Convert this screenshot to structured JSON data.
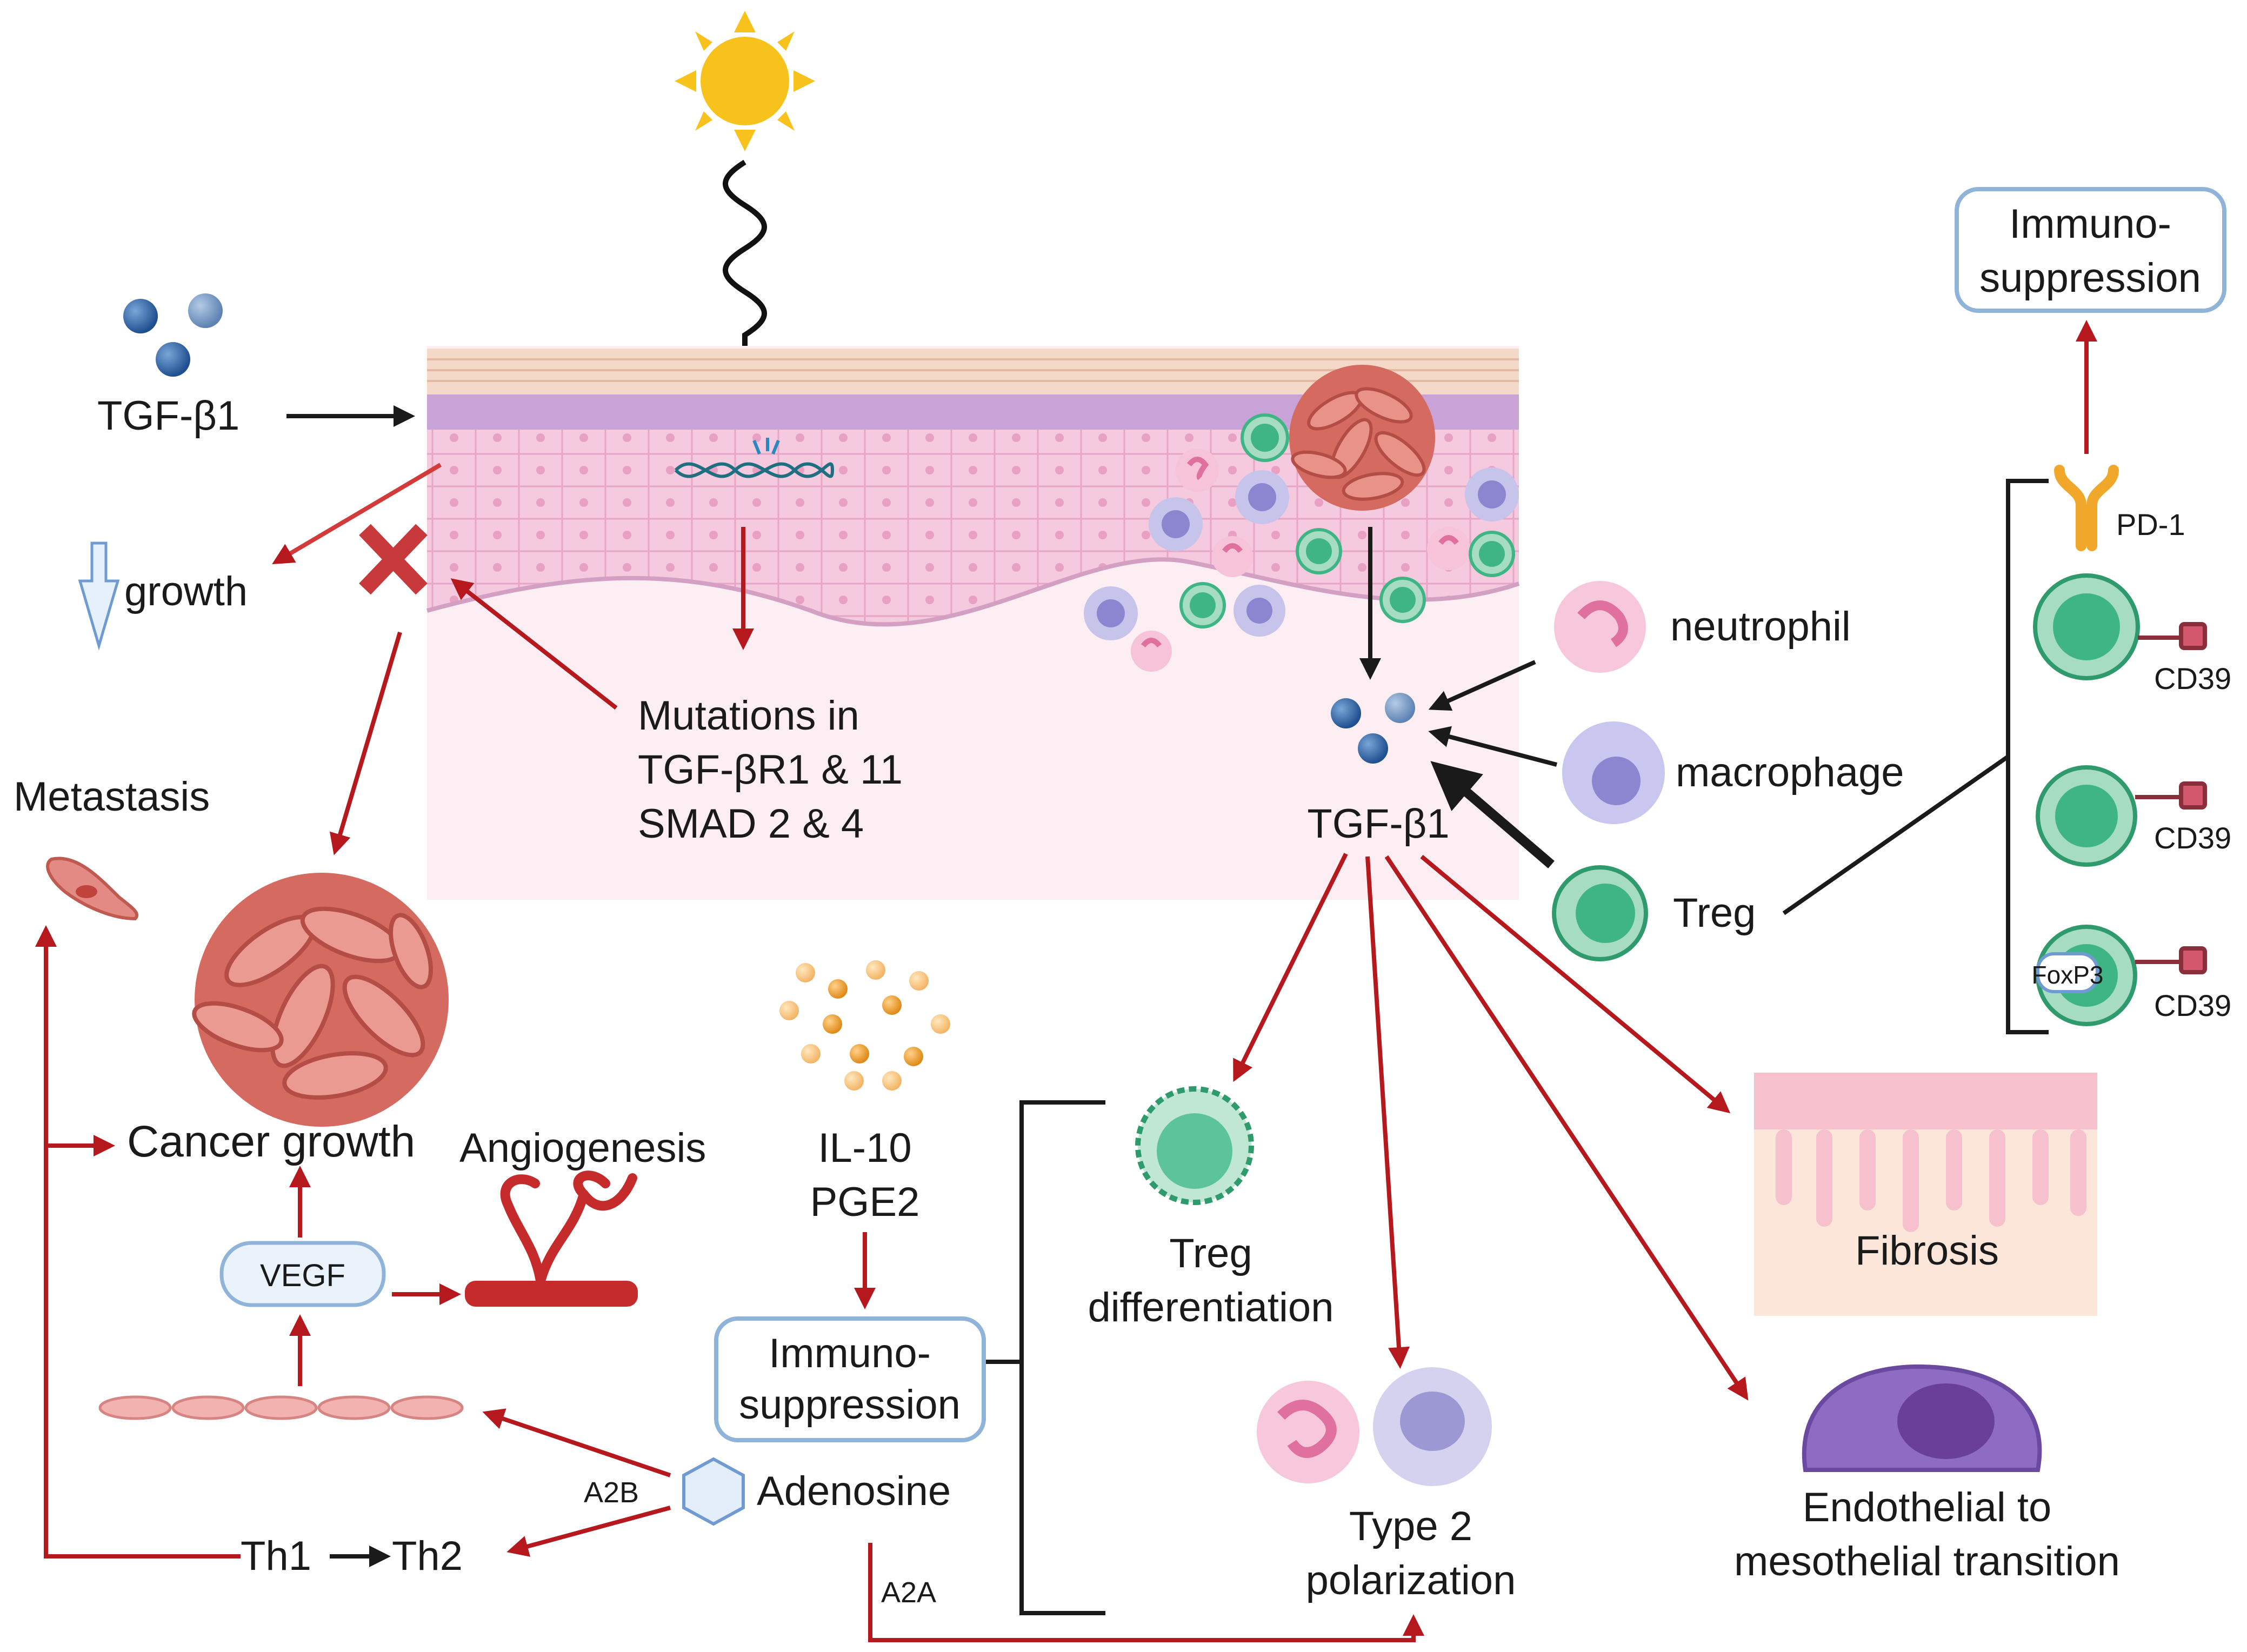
{
  "labels": {
    "tgf_left": "TGF-β1",
    "growth": "growth",
    "metastasis": "Metastasis",
    "cancer_growth": "Cancer growth",
    "angiogenesis": "Angiogenesis",
    "vegf": "VEGF",
    "th1": "Th1",
    "th2": "Th2",
    "a2b": "A2B",
    "adenosine": "Adenosine",
    "a2a": "A2A",
    "mutations_line1": "Mutations in",
    "mutations_line2": "TGF-βR1 & 11",
    "mutations_line3": "SMAD 2 & 4",
    "tgf_center": "TGF-β1",
    "il10": "IL-10",
    "pge2": "PGE2",
    "immuno_center_line1": "Immuno-",
    "immuno_center_line2": "suppression",
    "treg_diff_line1": "Treg",
    "treg_diff_line2": "differentiation",
    "type2_line1": "Type 2",
    "type2_line2": "polarization",
    "fibrosis": "Fibrosis",
    "emt_line1": "Endothelial to",
    "emt_line2": "mesothelial transition",
    "neutrophil": "neutrophil",
    "macrophage": "macrophage",
    "treg": "Treg",
    "immuno_right_line1": "Immuno-",
    "immuno_right_line2": "suppression",
    "pd1": "PD-1",
    "cd39_1": "CD39",
    "cd39_2": "CD39",
    "cd39_3": "CD39",
    "foxp3": "FoxP3"
  },
  "colors": {
    "arrow_red": "#b5191d",
    "arrow_black": "#1a1a1a",
    "skin_pink": "#fdeef4",
    "epidermis": "#f3c6dc",
    "basal": "#d9a9d6",
    "stratum": "#f4d8c8",
    "box_border": "#8fb3d9",
    "box_fill": "#eaf3fc",
    "treg_green": "#3fb585",
    "macrophage_purple": "#9b97d6",
    "neutrophil_pink": "#f08cb4",
    "tumor_red": "#d9685e",
    "sun_yellow": "#f7c21b",
    "tgf_blue": "#2a5a9a"
  },
  "icons": [
    "sun-icon",
    "uv-wave-icon",
    "tgf-molecule-icon",
    "dna-icon",
    "x-mark-icon",
    "tumor-cell-cluster-icon",
    "metastatic-cell-icon",
    "blood-vessel-icon",
    "endothelial-cells-icon",
    "adenosine-hexagon-icon",
    "cytokine-dots-icon",
    "neutrophil-icon",
    "macrophage-icon",
    "treg-cell-icon",
    "pd1-receptor-icon",
    "cd39-receptor-icon",
    "fibrosis-skin-icon",
    "mesothelial-cell-icon",
    "down-arrow-icon"
  ]
}
